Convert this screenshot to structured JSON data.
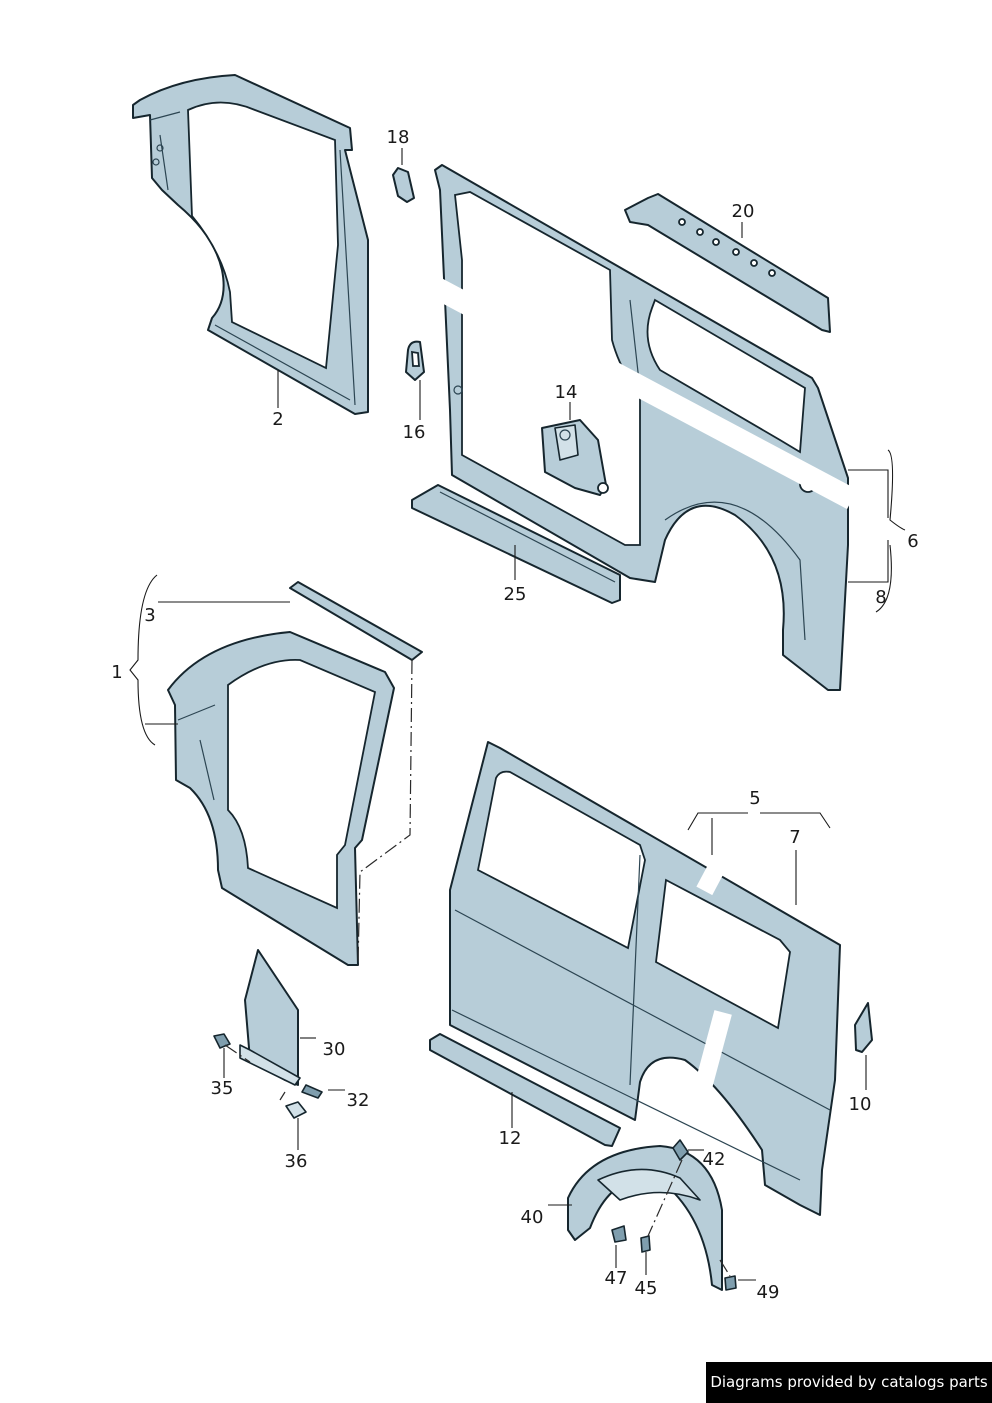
{
  "callouts": {
    "c1": "1",
    "c2": "2",
    "c3": "3",
    "c5": "5",
    "c6": "6",
    "c7": "7",
    "c8": "8",
    "c10": "10",
    "c12": "12",
    "c14": "14",
    "c16": "16",
    "c18": "18",
    "c20": "20",
    "c25": "25",
    "c30": "30",
    "c32": "32",
    "c35": "35",
    "c36": "36",
    "c40": "40",
    "c42": "42",
    "c45": "45",
    "c47": "47",
    "c49": "49"
  },
  "credit": "Diagrams provided by catalogs parts",
  "colors": {
    "panel": "#b7cdd8",
    "panel_light": "#d2e1e8",
    "outline": "#16262e",
    "banner": "#000000"
  }
}
